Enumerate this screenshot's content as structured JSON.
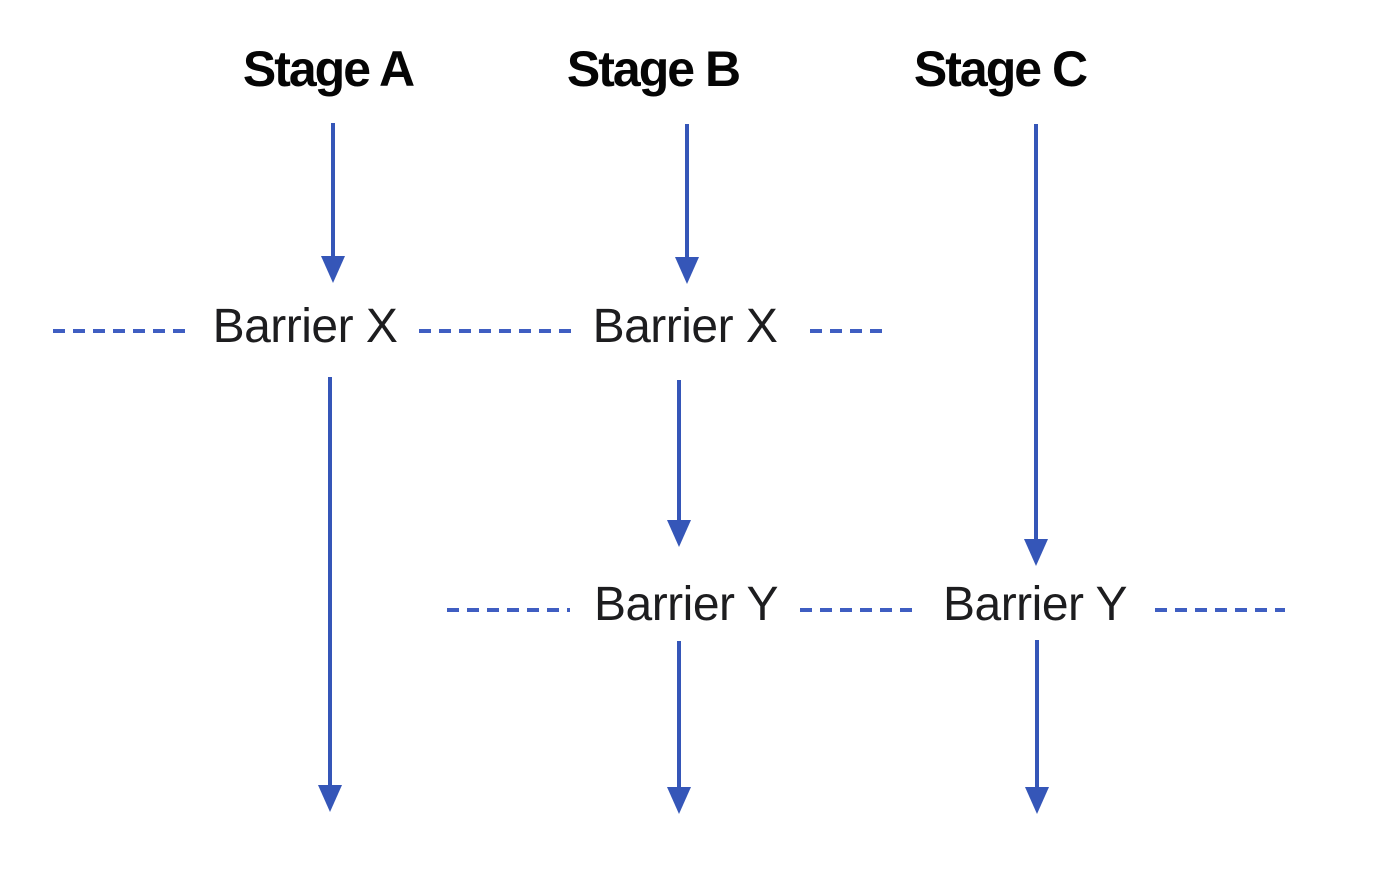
{
  "diagram": {
    "stages": [
      {
        "label": "Stage A"
      },
      {
        "label": "Stage B"
      },
      {
        "label": "Stage C"
      }
    ],
    "barrier_labels": [
      {
        "label": "Barrier X"
      },
      {
        "label": "Barrier X"
      },
      {
        "label": "Barrier Y"
      },
      {
        "label": "Barrier Y"
      }
    ],
    "colors": {
      "arrow": "#3556b8",
      "dash": "#3f5ec2",
      "stage_text": "#050505",
      "barrier_text": "#1d1d1f",
      "background": "#ffffff"
    }
  }
}
